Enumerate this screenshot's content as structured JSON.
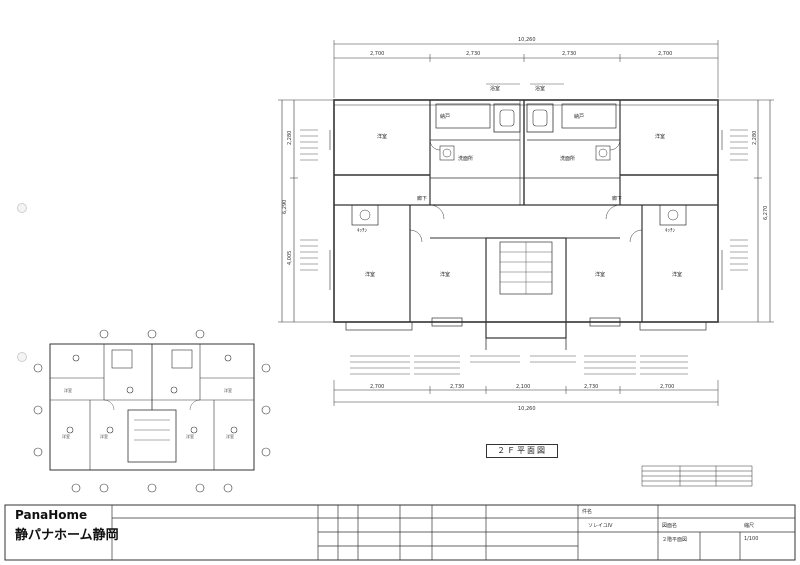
{
  "sheet_title": "２Ｆ平面図",
  "brand": {
    "logo": "PanaHome",
    "company": "静パナホーム静岡"
  },
  "dimensions": {
    "total_top": "10,260",
    "top_segments": [
      "2,700",
      "2,730",
      "2,730",
      "2,700"
    ],
    "total_bottom": "10,260",
    "bottom_segments": [
      "2,700",
      "2,730",
      "2,100",
      "2,730",
      "2,700"
    ],
    "left_total": "6,290",
    "left_upper": "2,280",
    "left_lower": "4,005",
    "right_total": "6,270",
    "right_upper": "2,280"
  },
  "rooms": {
    "western_nw": "洋室",
    "western_ne": "洋室",
    "western_sw": "洋室",
    "western_s_center_l": "洋室",
    "western_s_center_r": "洋室",
    "western_se": "洋室",
    "washroom_l": "洗面所",
    "washroom_r": "洗面所",
    "bath_l": "浴室",
    "bath_r": "浴室",
    "kitchen_l": "ｷｯﾁﾝ",
    "kitchen_r": "ｷｯﾁﾝ",
    "corridor_l": "廊下",
    "corridor_r": "廊下",
    "closet_l": "納戸",
    "closet_r": "納戸"
  },
  "title_block": {
    "cells": [
      "件名",
      "ソレイユⅣ",
      "図面名",
      "２階平面図",
      "縮尺",
      "1/100"
    ]
  }
}
